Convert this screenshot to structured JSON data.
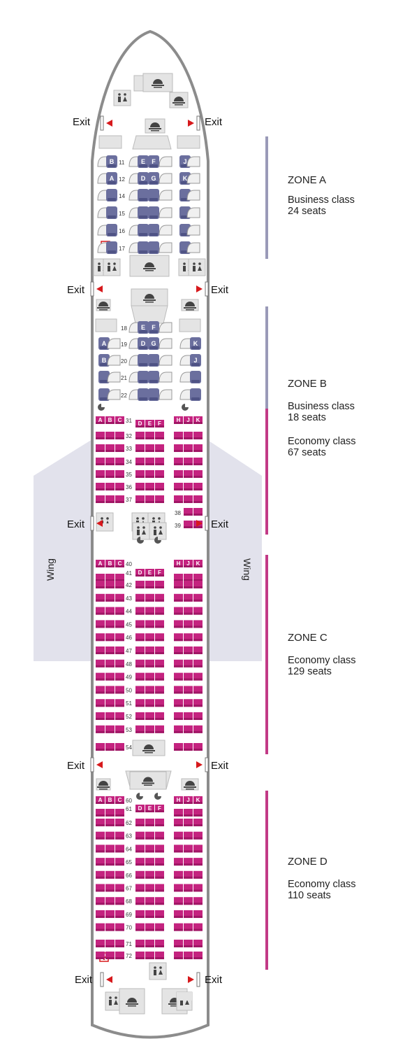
{
  "colors": {
    "business_seat": "#6b6f9e",
    "economy_seat": "#c4237f",
    "business_zone_bar": "#9a9ab8",
    "economy_zone_bar": "#c23a86",
    "wing": "#e2e2ec",
    "fuselage_outline": "#8c8c8c",
    "exit_arrow": "#d7191c"
  },
  "exits": {
    "label": "Exit"
  },
  "wing": {
    "left_label": "Wing",
    "right_label": "Wing"
  },
  "seat_letters": {
    "economy_left": [
      "A",
      "B",
      "C"
    ],
    "economy_mid": [
      "D",
      "E",
      "F"
    ],
    "economy_right": [
      "H",
      "J",
      "K"
    ],
    "business_row11": [
      "B",
      "E",
      "F",
      "J"
    ],
    "business_row12": [
      "A",
      "D",
      "G",
      "K"
    ],
    "business_row19": [
      "A",
      "D",
      "G",
      "K"
    ],
    "business_row20": [
      "B",
      "J"
    ],
    "business_row18": [
      "E",
      "F"
    ]
  },
  "rows": {
    "zone_a": [
      "11",
      "12",
      "14",
      "15",
      "16",
      "17"
    ],
    "zone_b_business": [
      "18",
      "19",
      "20",
      "21",
      "22"
    ],
    "zone_b_economy": [
      "31",
      "32",
      "33",
      "34",
      "35",
      "36",
      "37",
      "38",
      "39"
    ],
    "zone_c": [
      "40",
      "41",
      "42",
      "43",
      "44",
      "45",
      "46",
      "47",
      "48",
      "49",
      "50",
      "51",
      "52",
      "53",
      "54"
    ],
    "zone_d": [
      "60",
      "61",
      "62",
      "63",
      "64",
      "65",
      "66",
      "67",
      "68",
      "69",
      "70",
      "71",
      "72"
    ]
  },
  "zones": [
    {
      "title": "ZONE A",
      "classes": [
        {
          "name": "Business class",
          "seats": "24 seats"
        }
      ]
    },
    {
      "title": "ZONE B",
      "classes": [
        {
          "name": "Business class",
          "seats": "18 seats"
        },
        {
          "name": "Economy class",
          "seats": "67 seats"
        }
      ]
    },
    {
      "title": "ZONE C",
      "classes": [
        {
          "name": "Economy class",
          "seats": "129 seats"
        }
      ]
    },
    {
      "title": "ZONE D",
      "classes": [
        {
          "name": "Economy class",
          "seats": "110 seats"
        }
      ]
    }
  ]
}
